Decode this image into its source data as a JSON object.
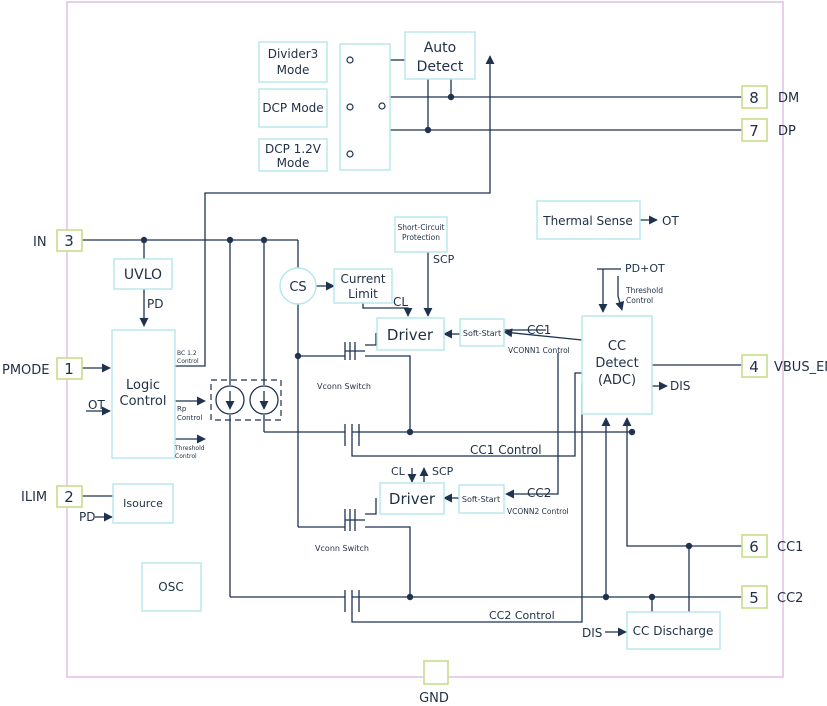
{
  "pins": {
    "IN": {
      "name": "IN",
      "num": "3"
    },
    "PMODE": {
      "name": "PMODE",
      "num": "1"
    },
    "ILIM": {
      "name": "ILIM",
      "num": "2"
    },
    "GND": {
      "name": "GND"
    },
    "DM": {
      "name": "DM",
      "num": "8"
    },
    "DP": {
      "name": "DP",
      "num": "7"
    },
    "VBUS_EN": {
      "name": "VBUS_EN",
      "num": "4"
    },
    "CC1": {
      "name": "CC1",
      "num": "6"
    },
    "CC2": {
      "name": "CC2",
      "num": "5"
    }
  },
  "blocks": {
    "divider3": [
      "Divider3",
      "Mode"
    ],
    "dcp": "DCP Mode",
    "dcp12": [
      "DCP 1.2V",
      "Mode"
    ],
    "auto_detect": [
      "Auto",
      "Detect"
    ],
    "thermal": "Thermal Sense",
    "uvlo": "UVLO",
    "logic": [
      "Logic",
      "Control"
    ],
    "cs": "CS",
    "current_limit": [
      "Current",
      "Limit"
    ],
    "scp_box": [
      "Short-Circuit",
      "Protection"
    ],
    "driver1": "Driver",
    "driver2": "Driver",
    "soft_start1": "Soft-Start",
    "soft_start2": "Soft-Start",
    "cc_detect": [
      "CC",
      "Detect",
      "(ADC)"
    ],
    "isource": "Isource",
    "osc": "OSC",
    "cc_discharge": "CC Discharge"
  },
  "labels": {
    "ot_out": "OT",
    "pd_uvlo": "PD",
    "bc12": [
      "BC 1.2",
      "Control"
    ],
    "rp": [
      "Rp",
      "Control"
    ],
    "threshold_logic": [
      "Threshold",
      "Control"
    ],
    "ot_in": "OT",
    "pd_ilim": "PD",
    "scp_top": "SCP",
    "cl_top": "CL",
    "cc1_in": "CC1",
    "vconn1_ctrl": "VCONN1 Control",
    "pd_ot": "PD+OT",
    "threshold_cc": [
      "Threshold",
      "Control"
    ],
    "dis_out": "DIS",
    "vconn_sw1": "Vconn Switch",
    "cc1_control": "CC1 Control",
    "cl_bottom": "CL",
    "scp_bottom": "SCP",
    "cc2_in": "CC2",
    "vconn2_ctrl": "VCONN2 Control",
    "vconn_sw2": "Vconn Switch",
    "cc2_control": "CC2 Control",
    "dis_in": "DIS"
  },
  "colors": {
    "block_border": "#b3e7ec",
    "pin_border": "#c8de8a",
    "chip_border": "#e2bfe4",
    "wire": "#1f3350"
  }
}
